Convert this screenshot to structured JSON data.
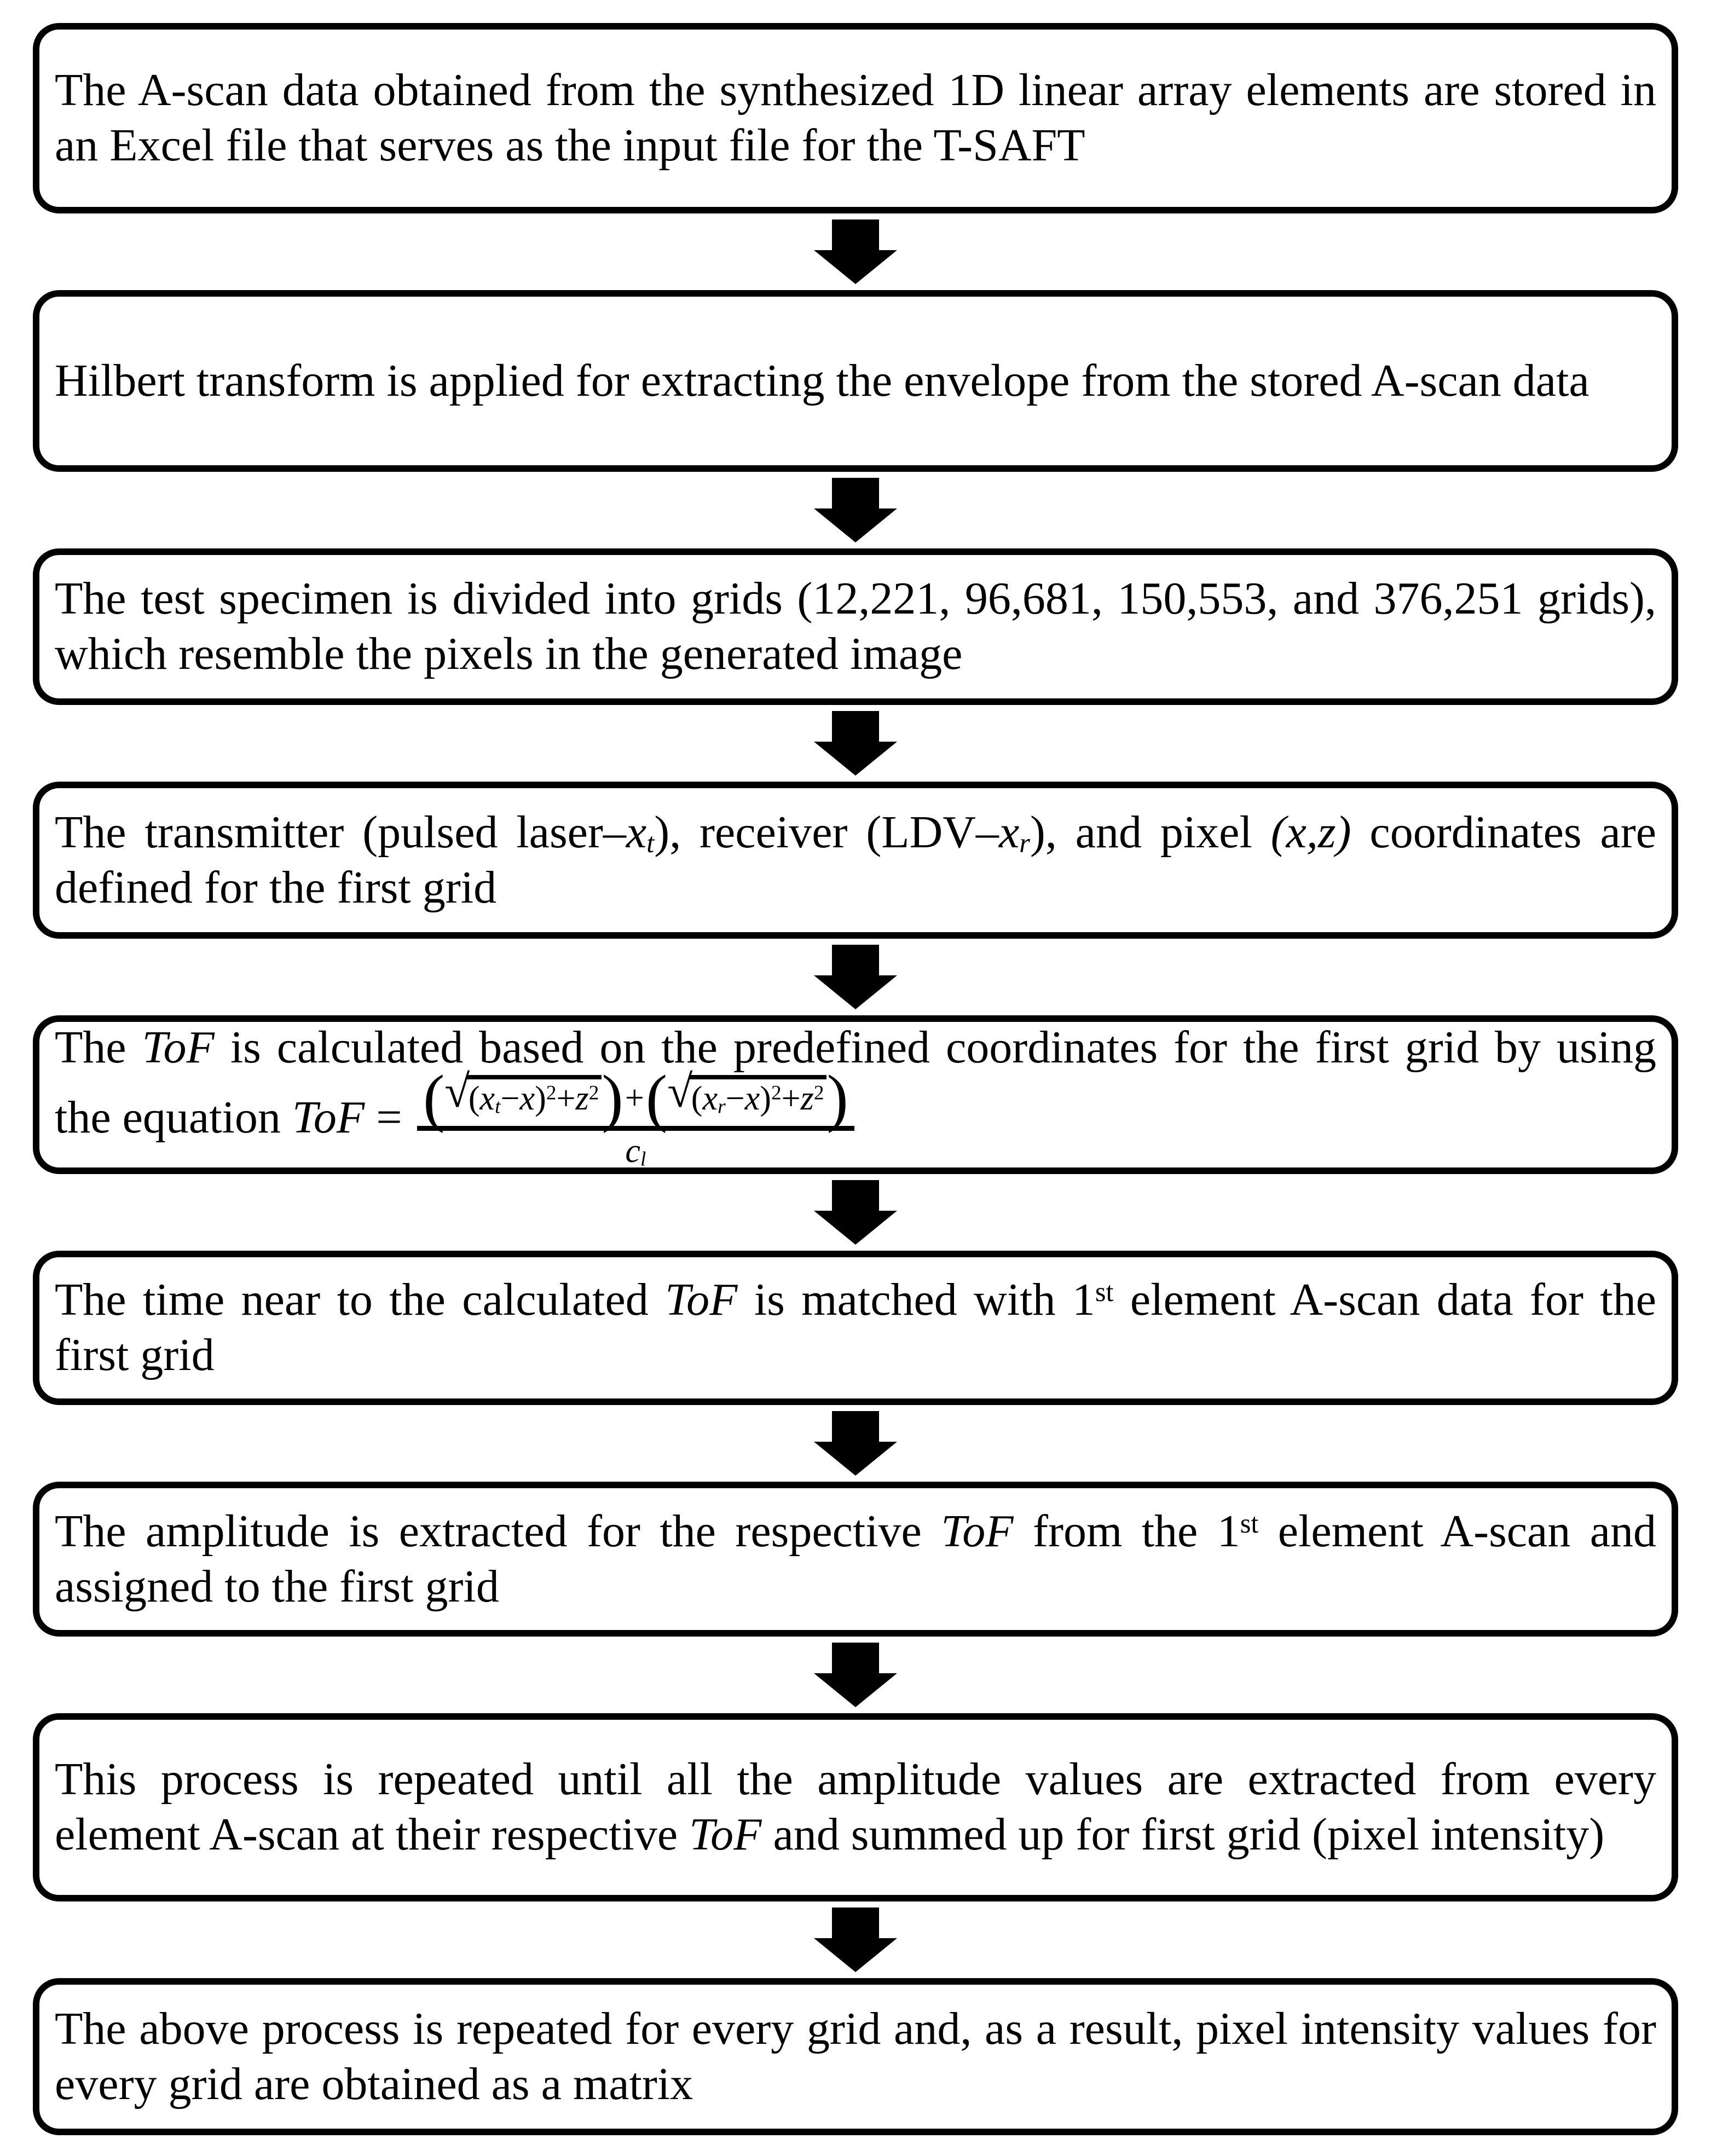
{
  "colors": {
    "background": "#ffffff",
    "box_border": "#000000",
    "arrow": "#000000",
    "text": "#000000"
  },
  "icons": {
    "flow_arrow": "solid-down-arrow",
    "sqrt_symbol": "√"
  },
  "steps": [
    {
      "text": [
        {
          "t": "The A-scan data obtained from the synthesized 1D linear array elements are stored in an Excel file that serves as the input file for the T-SAFT"
        }
      ]
    },
    {
      "text": [
        {
          "t": "Hilbert transform is applied for extracting the envelope from the stored A-scan data"
        }
      ]
    },
    {
      "text": [
        {
          "t": "The test specimen is divided into grids (12,221, 96,681, 150,553, and 376,251 grids), which resemble the pixels in the generated image"
        }
      ]
    },
    {
      "text": [
        {
          "t": "The transmitter (pulsed laser–"
        },
        {
          "t": "x",
          "i": 1
        },
        {
          "t": "t",
          "i": 1,
          "sb": 1
        },
        {
          "t": "), receiver (LDV–"
        },
        {
          "t": "x",
          "i": 1
        },
        {
          "t": "r",
          "i": 1,
          "sb": 1
        },
        {
          "t": "), and pixel "
        },
        {
          "t": "(x,z)",
          "i": 1
        },
        {
          "t": " coordinates are defined for the first grid"
        }
      ]
    },
    {
      "lead": [
        {
          "t": "The "
        },
        {
          "t": "ToF",
          "i": 1
        },
        {
          "t": " is calculated based on the predefined coordinates for the first grid by using the equation "
        },
        {
          "t": "ToF",
          "i": 1
        },
        {
          "t": " = "
        }
      ],
      "equation": {
        "open_paren": "(",
        "close_paren": ")",
        "plus": "+",
        "sqrt": "√",
        "radicand1": [
          {
            "t": "("
          },
          {
            "t": "x",
            "i": 1
          },
          {
            "t": "t",
            "i": 1,
            "sb": 1
          },
          {
            "t": "−"
          },
          {
            "t": "x",
            "i": 1
          },
          {
            "t": ")"
          },
          {
            "t": "2",
            "sp": 1
          },
          {
            "t": "+"
          },
          {
            "t": "z",
            "i": 1
          },
          {
            "t": "2",
            "sp": 1
          }
        ],
        "radicand2": [
          {
            "t": "("
          },
          {
            "t": "x",
            "i": 1
          },
          {
            "t": "r",
            "i": 1,
            "sb": 1
          },
          {
            "t": "−"
          },
          {
            "t": "x",
            "i": 1
          },
          {
            "t": ")"
          },
          {
            "t": "2",
            "sp": 1
          },
          {
            "t": "+"
          },
          {
            "t": "z",
            "i": 1
          },
          {
            "t": "2",
            "sp": 1
          }
        ],
        "denominator": [
          {
            "t": "c",
            "i": 1
          },
          {
            "t": "l",
            "i": 1,
            "sb": 1
          }
        ]
      }
    },
    {
      "text": [
        {
          "t": "The time near to the calculated "
        },
        {
          "t": "ToF",
          "i": 1
        },
        {
          "t": " is matched with 1"
        },
        {
          "t": "st",
          "sp": 1
        },
        {
          "t": " element A-scan data for the first grid"
        }
      ]
    },
    {
      "text": [
        {
          "t": "The amplitude is extracted for the respective "
        },
        {
          "t": "ToF",
          "i": 1
        },
        {
          "t": " from the 1"
        },
        {
          "t": "st",
          "sp": 1
        },
        {
          "t": " element A-scan and assigned to the first grid"
        }
      ]
    },
    {
      "text": [
        {
          "t": "This process is repeated until all the amplitude values are extracted from every element A-scan at their respective "
        },
        {
          "t": "ToF",
          "i": 1
        },
        {
          "t": " and summed up for first grid (pixel intensity)"
        }
      ]
    },
    {
      "text": [
        {
          "t": "The above process is repeated for every grid and, as a result, pixel intensity values for every grid are obtained as a matrix"
        }
      ]
    }
  ]
}
